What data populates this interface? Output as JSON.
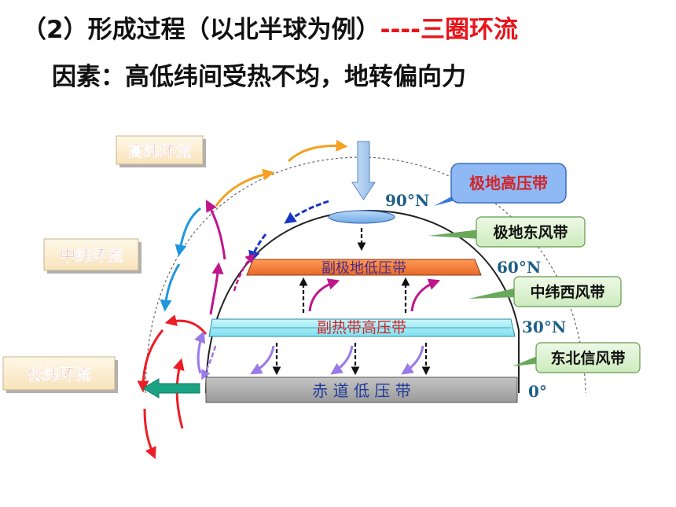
{
  "title": {
    "main": "（2）形成过程（以北半球为例）",
    "accent": "----三圈环流"
  },
  "subtitle": "因素：高低纬间受热不均，地转偏向力",
  "circulations": {
    "high": "高纬环流",
    "mid": "中纬环流",
    "low": "低纬环流"
  },
  "belts": {
    "polar_high": "极地高压带",
    "subpolar_low": "副极地低压带",
    "subtropical_high": "副热带高压带",
    "equatorial_low": "赤 道 低 压 带"
  },
  "winds": {
    "polar_easterlies": "极地东风带",
    "westerlies": "中纬西风带",
    "ne_trades": "东北信风带"
  },
  "latitudes": {
    "lat90": "90°N",
    "lat60": "60°N",
    "lat30": "30°N",
    "lat0": "0°"
  },
  "colors": {
    "accent": "#e8141b",
    "label_red": "#d0242a",
    "box_fill": "#fdf0d6",
    "callout_fill": "#dff3d3",
    "subpolar_bar": "#f5813f",
    "subtropical_bar": "#a9f0f8",
    "equatorial_bar": "#a8a8a8",
    "lat_text": "#1f5f86",
    "orange": "#f5a020",
    "blue": "#1f96e0",
    "darkblue": "#1736c8",
    "magenta": "#c0168c",
    "red": "#ee1c24",
    "purple": "#9a7ae8",
    "teal": "#1aa383"
  }
}
